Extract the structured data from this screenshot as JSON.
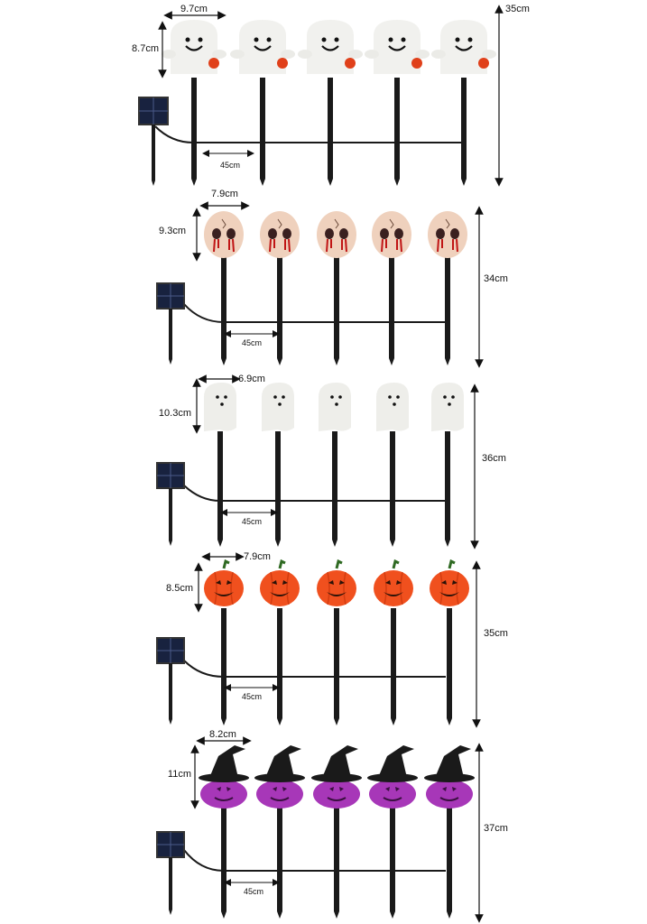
{
  "rows": [
    {
      "type": "ghost-smile",
      "width_label": "9.7cm",
      "height_label": "8.7cm",
      "total_label": "35cm",
      "spacing_label": "45cm"
    },
    {
      "type": "doll",
      "width_label": "7.9cm",
      "height_label": "9.3cm",
      "total_label": "34cm",
      "spacing_label": "45cm"
    },
    {
      "type": "ghost-plain",
      "width_label": "6.9cm",
      "height_label": "10.3cm",
      "total_label": "36cm",
      "spacing_label": "45cm"
    },
    {
      "type": "pumpkin",
      "width_label": "7.9cm",
      "height_label": "8.5cm",
      "total_label": "35cm",
      "spacing_label": "45cm"
    },
    {
      "type": "witch",
      "width_label": "8.2cm",
      "height_label": "11cm",
      "total_label": "37cm",
      "spacing_label": "45cm"
    }
  ],
  "colors": {
    "stake": "#1a1a1a",
    "ghost": "#f1f1ee",
    "pumpkin": "#f0501e",
    "purple": "#a737b8",
    "doll_skin": "#efd1bd",
    "panel": "#18223f"
  }
}
